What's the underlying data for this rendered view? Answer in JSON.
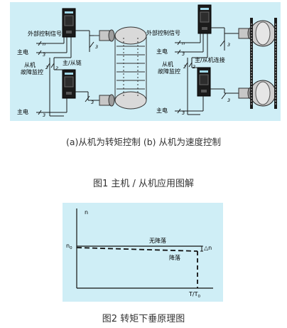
{
  "figure1": {
    "left_labels": {
      "external_signal": "外部控制信号",
      "main_power_top": "主电",
      "slave_fault_line1": "从机",
      "slave_fault_line2": "故障监控",
      "main_power_bottom": "主电",
      "master_slave_chain": "主/从链"
    },
    "right_labels": {
      "external_signal": "外部控制信号",
      "main_power_top": "主电",
      "master_slave_connect": "主/从机连接",
      "slave_fault_line1": "从机",
      "slave_fault_line2": "故障监控",
      "main_power_bottom": "主电"
    },
    "wire_counts": {
      "n": "n",
      "three": "3",
      "two": "2"
    },
    "subcaption": "(a)从机为转矩控制 (b) 从机为速度控制",
    "caption": "图1 主机 / 从机应用图解"
  },
  "figure2": {
    "y_axis_label": "n",
    "y_tick_label": "n",
    "y_tick_sub": "0",
    "no_droop_label": "无降落",
    "droop_label": "降落",
    "delta_label": "△n",
    "x_axis_label": "T/T",
    "x_axis_sub": "0",
    "caption": "图2 转矩下垂原理图"
  },
  "colors": {
    "panel_bg": "#cfeef6",
    "line": "#1a1a1a",
    "drive_body": "#1b1b1b",
    "motor": "#bdbdbd"
  }
}
